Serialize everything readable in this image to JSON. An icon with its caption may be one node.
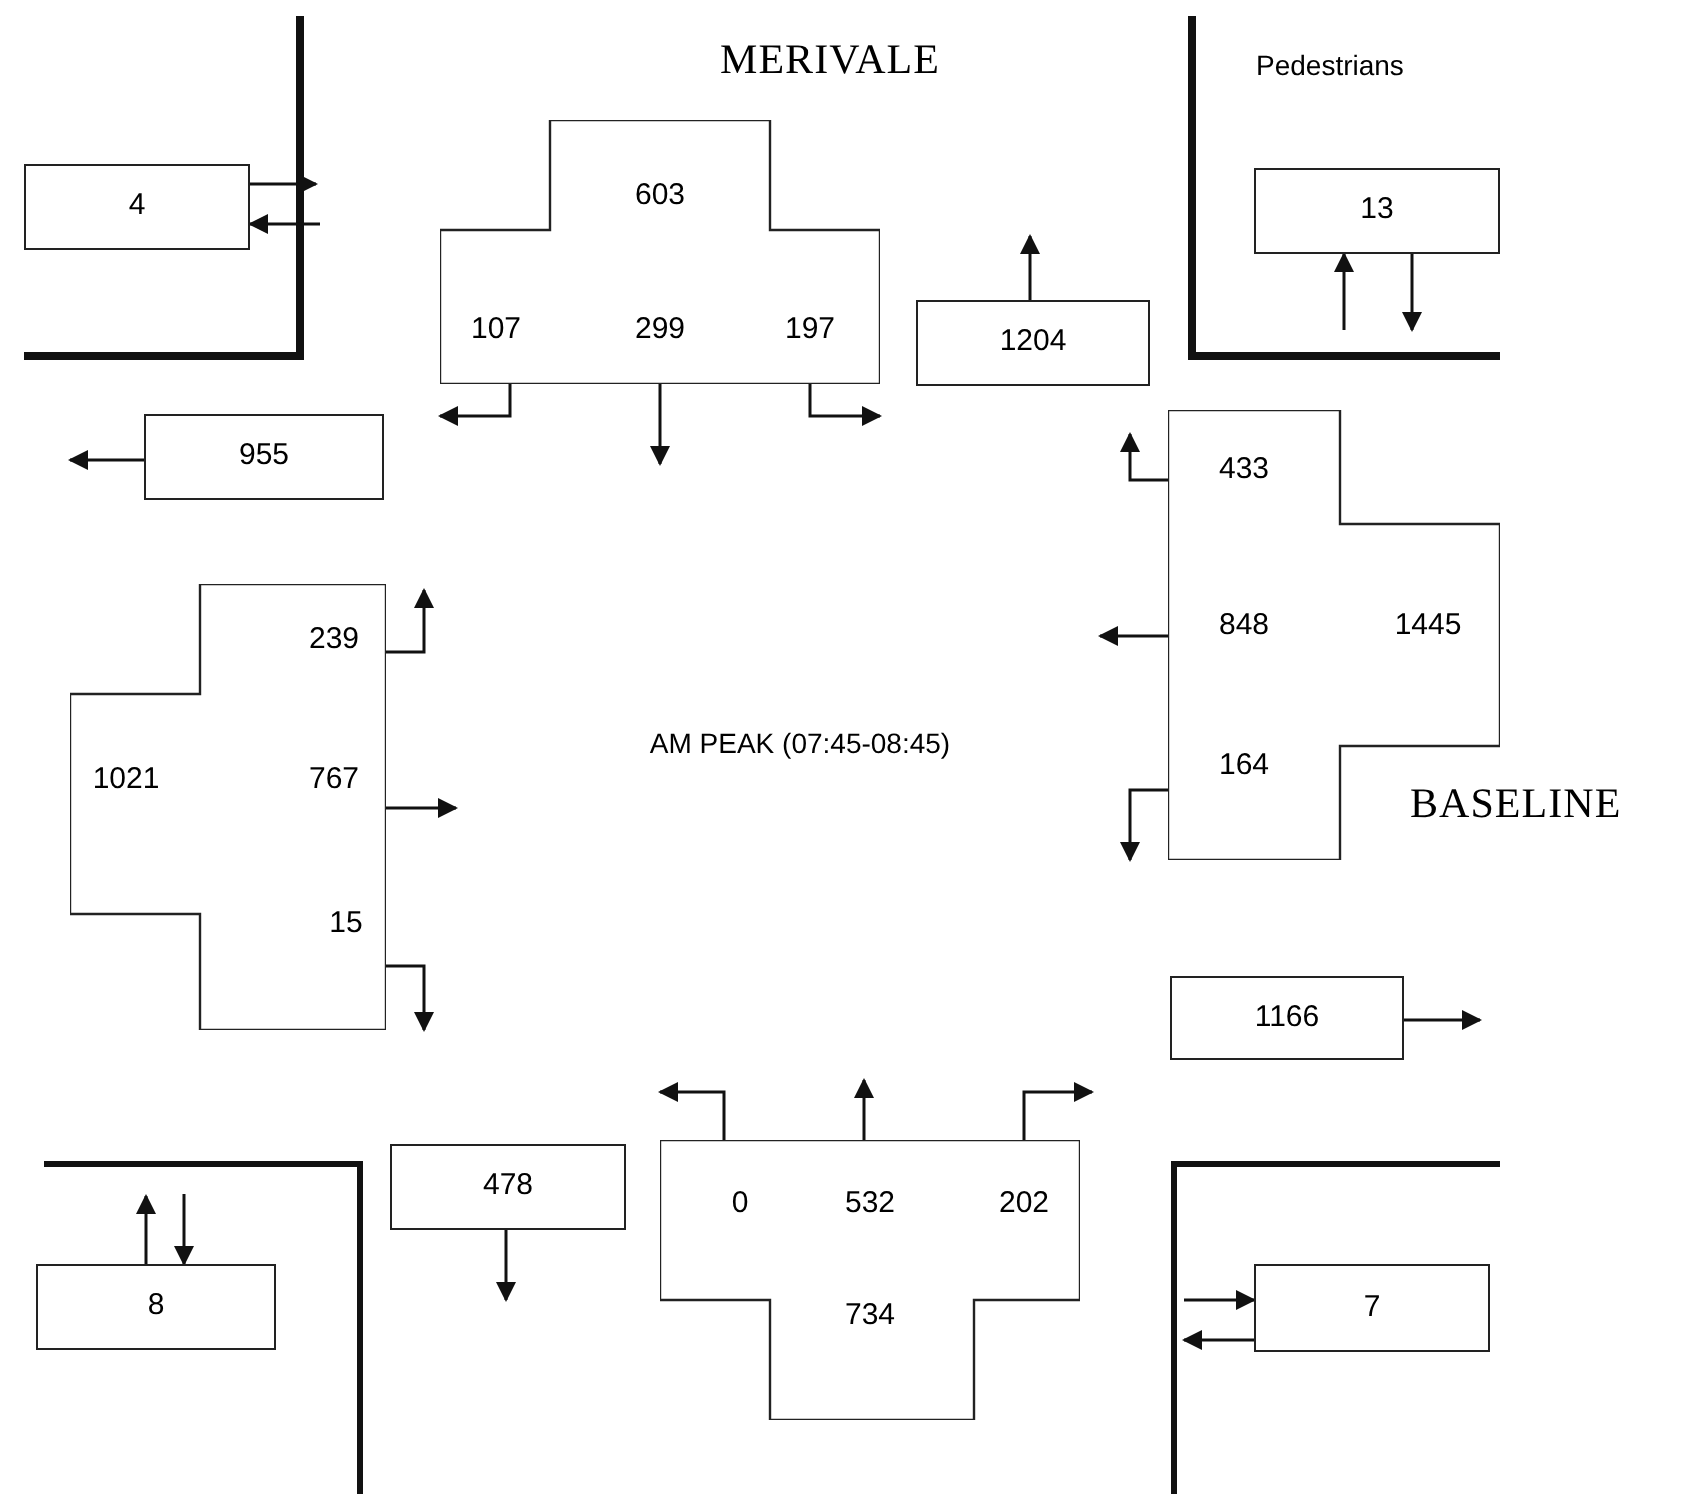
{
  "diagram": {
    "nodes": [
      {
        "text": [
          "4"
        ]
      },
      {
        "text": [
          "603",
          "107",
          "299",
          "197"
        ]
      },
      {
        "text": [
          "1204"
        ]
      },
      {
        "text": [
          "13"
        ]
      },
      {
        "text": [
          "955"
        ]
      },
      {
        "text": [
          "433",
          "848",
          "1445",
          "164"
        ]
      },
      {
        "text": [
          "239",
          "1021",
          "767",
          "15"
        ]
      },
      {
        "text": [
          "1166"
        ]
      },
      {
        "text": [
          "478"
        ]
      },
      {
        "text": [
          "0",
          "532",
          "202",
          "734"
        ]
      },
      {
        "text": [
          "8"
        ]
      },
      {
        "text": [
          "7"
        ]
      }
    ],
    "edges": [
      {
        "from": 0,
        "to": null,
        "arrow": "to"
      },
      {
        "from": null,
        "to": 0,
        "arrow": "to"
      },
      {
        "from": 1,
        "to": null,
        "arrow": "to"
      },
      {
        "from": 1,
        "to": null,
        "arrow": "to"
      },
      {
        "from": 1,
        "to": null,
        "arrow": "to"
      },
      {
        "from": 2,
        "to": null,
        "arrow": "to"
      },
      {
        "from": null,
        "to": 3,
        "arrow": "to"
      },
      {
        "from": 3,
        "to": null,
        "arrow": "to"
      },
      {
        "from": 4,
        "to": null,
        "arrow": "to"
      },
      {
        "from": 5,
        "to": null,
        "arrow": "to"
      },
      {
        "from": 5,
        "to": null,
        "arrow": "to"
      },
      {
        "from": 5,
        "to": null,
        "arrow": "to"
      },
      {
        "from": 6,
        "to": null,
        "arrow": "to"
      },
      {
        "from": 6,
        "to": null,
        "arrow": "to"
      },
      {
        "from": 6,
        "to": null,
        "arrow": "to"
      },
      {
        "from": 7,
        "to": null,
        "arrow": "to"
      },
      {
        "from": 8,
        "to": null,
        "arrow": "to"
      },
      {
        "from": 9,
        "to": null,
        "arrow": "to"
      },
      {
        "from": 9,
        "to": null,
        "arrow": "to"
      },
      {
        "from": 9,
        "to": null,
        "arrow": "to"
      },
      {
        "from": 10,
        "to": null,
        "arrow": "to"
      },
      {
        "from": null,
        "to": 10,
        "arrow": "to"
      },
      {
        "from": null,
        "to": 11,
        "arrow": "to"
      },
      {
        "from": 11,
        "to": null,
        "arrow": "to"
      }
    ],
    "labels": [
      "MERIVALE",
      "Pedestrians",
      "AM PEAK (07:45-08:45)",
      "BASELINE"
    ]
  }
}
